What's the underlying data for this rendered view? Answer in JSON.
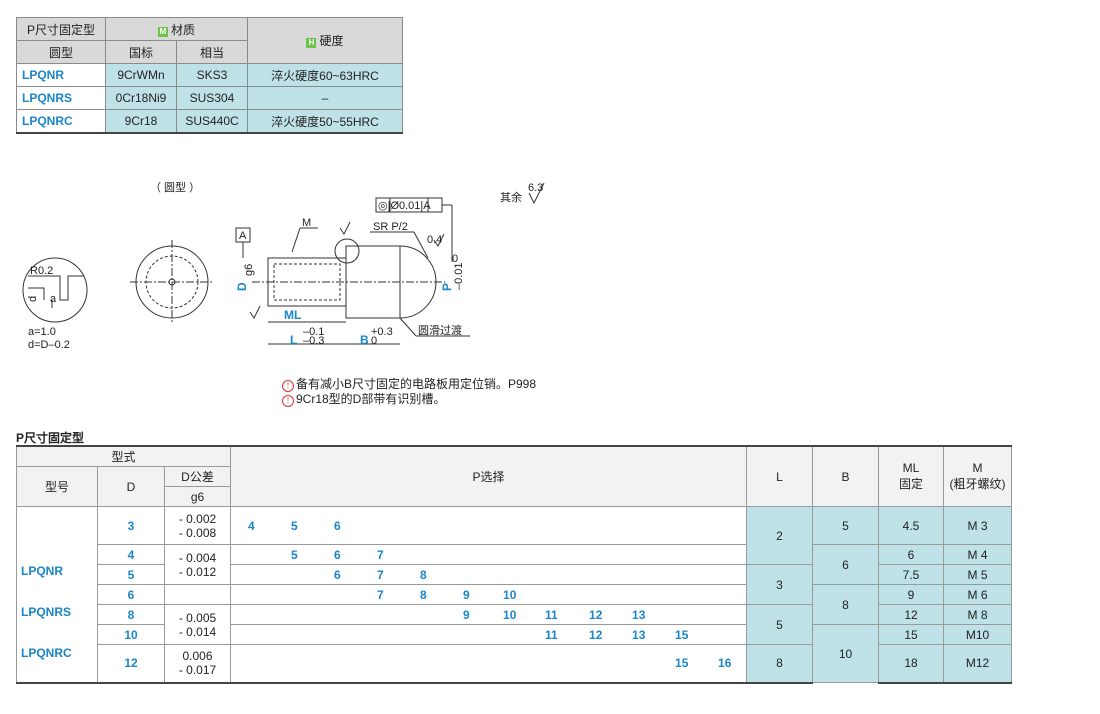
{
  "material_table": {
    "h_type": "P尺寸固定型",
    "h_type2": "圆型",
    "h_material": "材质",
    "h_material_badge": "M",
    "h_hardness": "硬度",
    "h_hardness_badge": "H",
    "h_gb": "国标",
    "h_eq": "相当",
    "rows": [
      {
        "model": "LPQNR",
        "gb": "9CrWMn",
        "eq": "SKS3",
        "hardness": "淬火硬度60~63HRC"
      },
      {
        "model": "LPQNRS",
        "gb": "0Cr18Ni9",
        "eq": "SUS304",
        "hardness": "–"
      },
      {
        "model": "LPQNRC",
        "gb": "9Cr18",
        "eq": "SUS440C",
        "hardness": "淬火硬度50~55HRC"
      }
    ]
  },
  "drawing": {
    "round_label": "（ 圆型 ）",
    "detail_r": "R0.2",
    "detail_d": "d",
    "detail_a": "a",
    "a_note": "a=1.0",
    "d_note": "d=D–0.2",
    "datum": "A",
    "m_label": "M",
    "sr_label": "SR P/2",
    "tol_frame": "◎|Ø0.01|A",
    "rest_label": "其余",
    "rest_value": "6.3",
    "d_label": "D",
    "d_sub": "g6",
    "p_label": "P",
    "p_tol_top": "0",
    "p_tol_bot": "–0.01",
    "ml_label": "ML",
    "l_label": "L",
    "l_tol_top": "–0.1",
    "l_tol_bot": "–0.3",
    "b_label": "B",
    "b_tol_top": "+0.3",
    "b_tol_bot": "0",
    "smooth_label": "圆滑过渡",
    "rough_04": "0.4"
  },
  "notes": [
    "备有减小B尺寸固定的电路板用定位销。P998",
    "9Cr18型的D部带有识别槽。"
  ],
  "main_table": {
    "title": "P尺寸固定型",
    "h_form": "型式",
    "h_model": "型号",
    "h_d": "D",
    "h_dtol": "D公差",
    "h_dtol2": "g6",
    "h_p": "P选择",
    "h_l": "L",
    "h_b": "B",
    "h_ml": "ML",
    "h_ml2": "固定",
    "h_m": "M",
    "h_m2": "(粗牙螺纹)",
    "models": [
      "LPQNR",
      "LPQNRS",
      "LPQNRC"
    ],
    "rows": [
      {
        "d": "3",
        "tol": [
          "- 0.002",
          "- 0.008"
        ],
        "p": [
          "4",
          "5",
          "6"
        ],
        "ml": "4.5",
        "m": "M 3"
      },
      {
        "d": "4",
        "tol": [
          "- 0.004",
          "- 0.012"
        ],
        "p": [
          "5",
          "6",
          "7"
        ],
        "ml": "6",
        "m": "M 4"
      },
      {
        "d": "5",
        "p": [
          "6",
          "7",
          "8"
        ],
        "ml": "7.5",
        "m": "M 5"
      },
      {
        "d": "6",
        "p": [
          "7",
          "8",
          "9",
          "10"
        ],
        "ml": "9",
        "m": "M 6"
      },
      {
        "d": "8",
        "tol": [
          "- 0.005",
          "- 0.014"
        ],
        "p": [
          "9",
          "10",
          "11",
          "12",
          "13"
        ],
        "ml": "12",
        "m": "M 8"
      },
      {
        "d": "10",
        "p": [
          "11",
          "12",
          "13",
          "15"
        ],
        "ml": "15",
        "m": "M10"
      },
      {
        "d": "12",
        "tol": [
          "0.006",
          "- 0.017"
        ],
        "p": [
          "15",
          "16"
        ],
        "ml": "18",
        "m": "M12"
      }
    ],
    "l_values": [
      "2",
      "3",
      "5",
      "8"
    ],
    "b_values": [
      "5",
      "6",
      "8",
      "10"
    ]
  }
}
